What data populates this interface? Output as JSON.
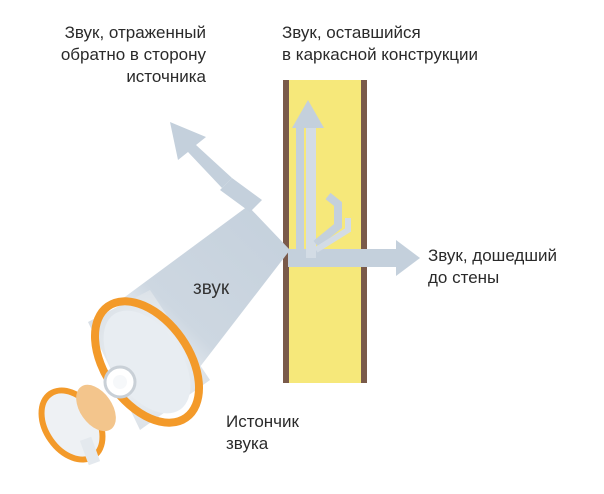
{
  "labels": {
    "reflected": [
      "Звук, отраженный",
      "обратно в сторону",
      "источника"
    ],
    "remaining": [
      "Звук, оставшийся",
      "в каркасной конструкции"
    ],
    "through": [
      "Звук, дошедший",
      "до стены"
    ],
    "source": [
      "Истончик",
      "звука"
    ],
    "sound": "звук"
  },
  "colors": {
    "arrow": "#c9d4df",
    "arrow_dark": "#b3c1ce",
    "wall_fill": "#f6e87a",
    "wall_edge": "#7a5a4a",
    "speaker_orange": "#f39a2a",
    "speaker_body": "#eef1f4"
  }
}
